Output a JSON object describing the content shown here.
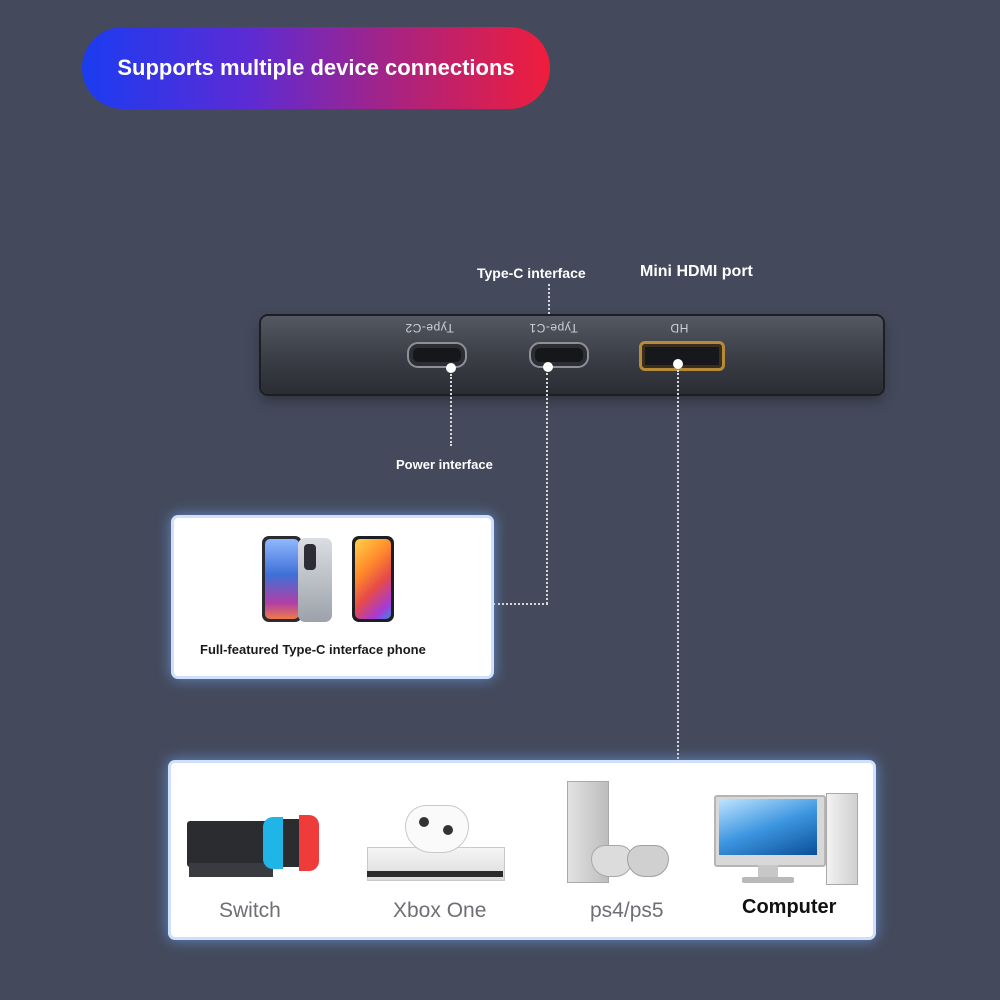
{
  "banner": {
    "text": "Supports multiple device connections"
  },
  "device": {
    "ports": [
      {
        "silk": "Type-C2"
      },
      {
        "silk": "Type-C1"
      },
      {
        "silk": "HD"
      }
    ]
  },
  "callouts": {
    "type_c": "Type-C interface",
    "hdmi": "Mini HDMI port",
    "power": "Power interface"
  },
  "phones_card": {
    "label": "Full-featured Type-C interface phone",
    "items": [
      {
        "icon": "smartphone-aurora-icon"
      },
      {
        "icon": "smartphone-colorful-icon"
      }
    ]
  },
  "devices_card": {
    "items": [
      {
        "label": "Switch",
        "icon": "nintendo-switch-icon"
      },
      {
        "label": "Xbox One",
        "icon": "xbox-one-icon"
      },
      {
        "label": "ps4/ps5",
        "icon": "playstation-icon"
      },
      {
        "label": "Computer",
        "icon": "desktop-computer-icon"
      }
    ]
  },
  "colors": {
    "background": "#444a5c",
    "banner_start": "#1b3cf0",
    "banner_end": "#ef1d3c",
    "card_glow": "#78aaff",
    "hdmi_gold": "#b78a3a"
  }
}
